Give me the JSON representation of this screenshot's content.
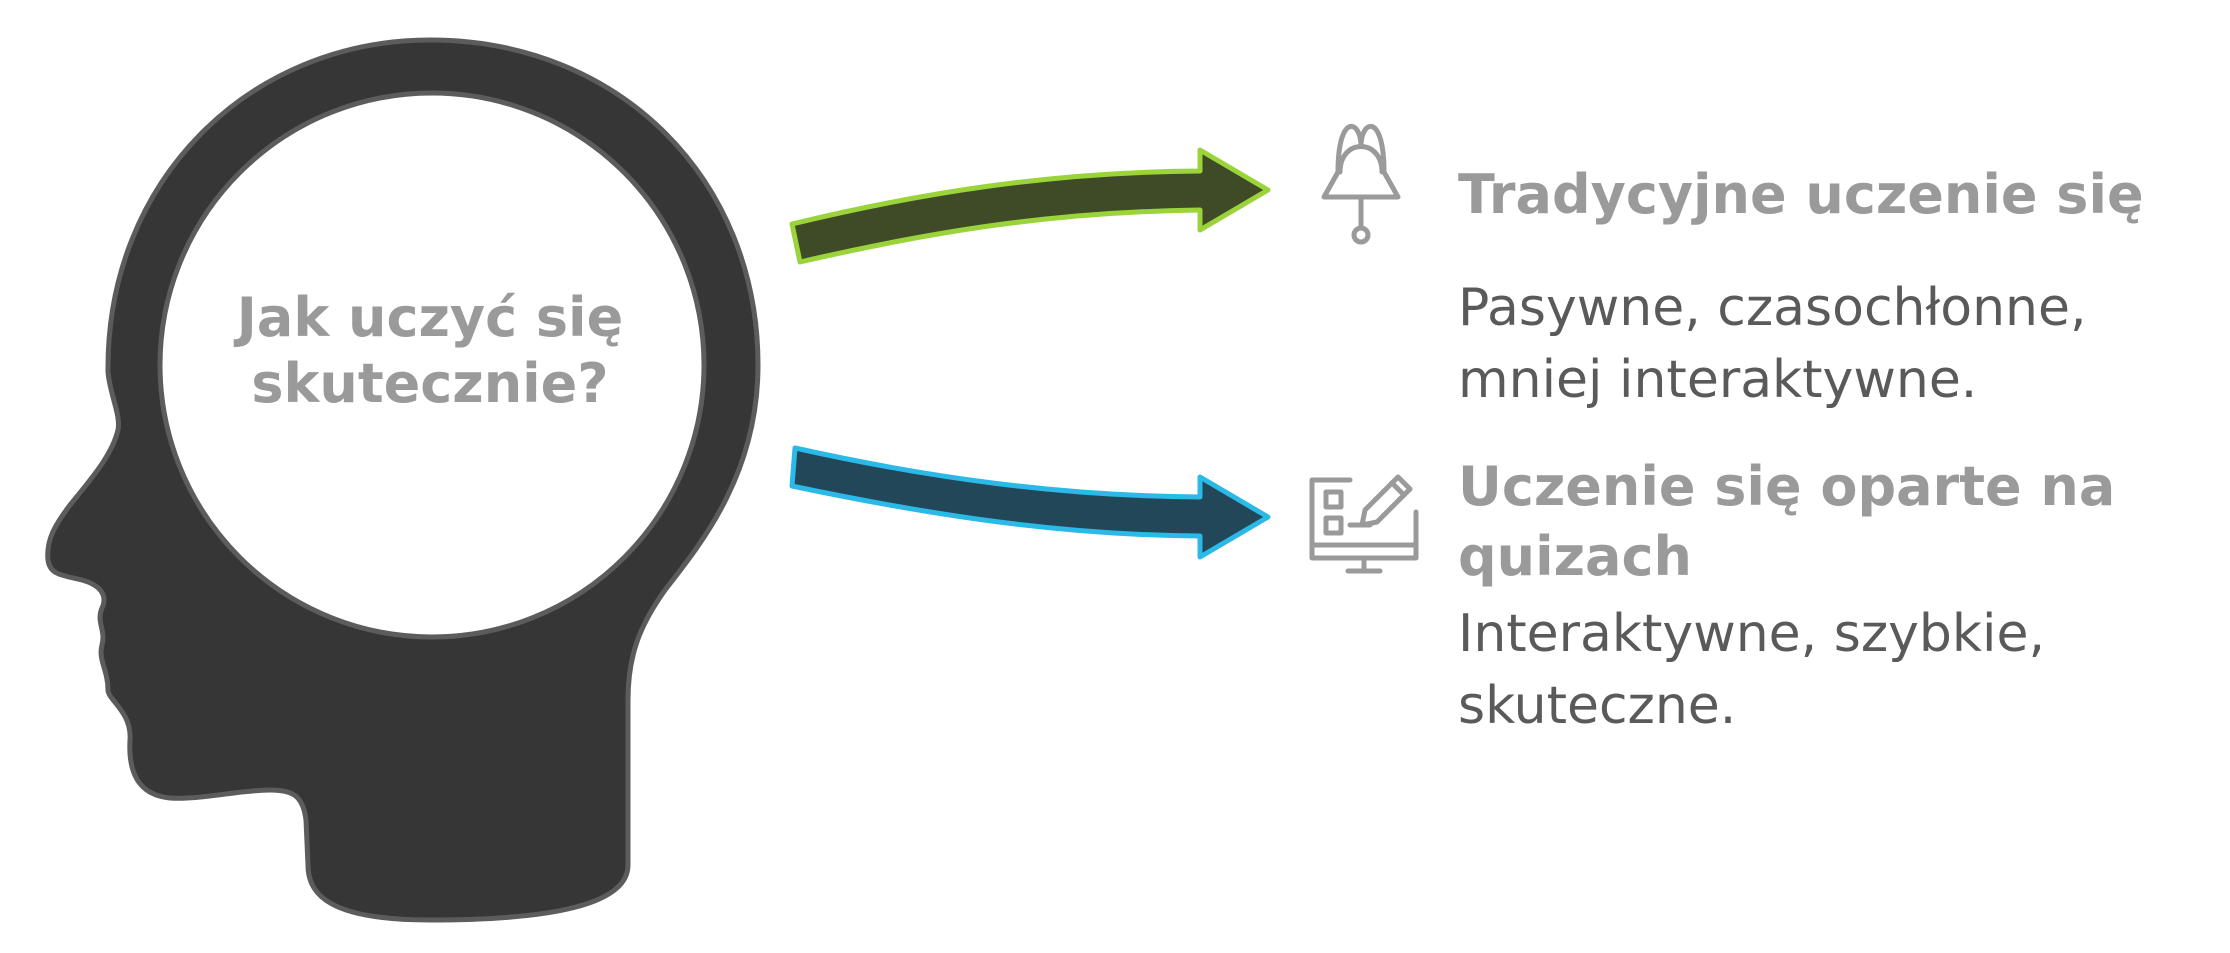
{
  "center": {
    "question": "Jak uczyć się skutecznie?"
  },
  "options": [
    {
      "title": "Tradycyjne uczenie się",
      "description": "Pasywne, czasochłonne, mniej interaktywne.",
      "icon": "bell-icon",
      "arrow_fill": "#3f4a26",
      "arrow_outline": "#9ad43a"
    },
    {
      "title": "Uczenie się oparte na quizach",
      "description": "Interaktywne, szybkie, skuteczne.",
      "icon": "quiz-monitor-icon",
      "arrow_fill": "#224759",
      "arrow_outline": "#2bb9e8"
    }
  ],
  "colors": {
    "head_fill": "#363636",
    "head_stroke": "#5c5c5c",
    "icon_stroke": "#9a9a9a",
    "title_text": "#9a9a9a",
    "desc_text": "#5a5a5a"
  }
}
